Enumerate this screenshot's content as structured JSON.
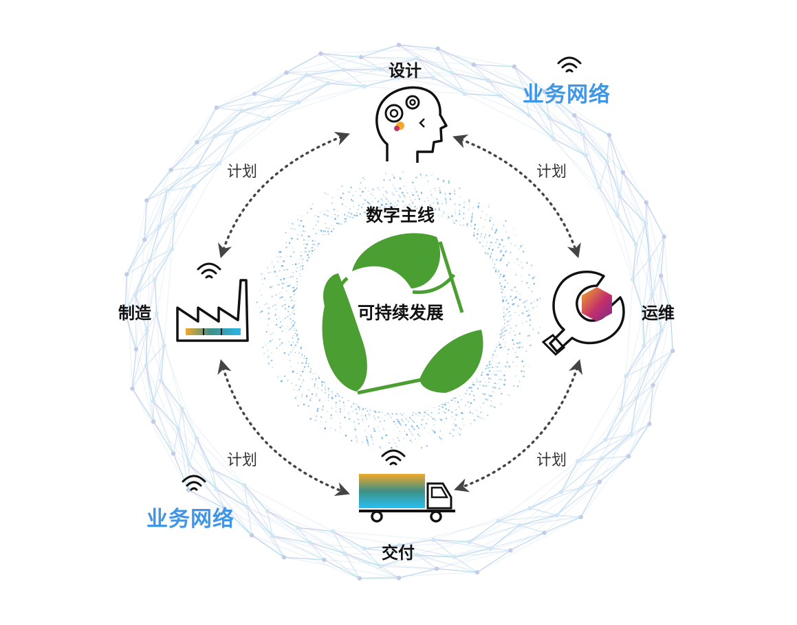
{
  "center": {
    "thread_label": "数字主线",
    "core_label": "可持续发展"
  },
  "nodes": {
    "design": "设计",
    "operations": "运维",
    "delivery": "交付",
    "manufacturing": "制造"
  },
  "plans": {
    "top_left": "计划",
    "top_right": "计划",
    "bottom_left": "计划",
    "bottom_right": "计划"
  },
  "network": {
    "top_right": "业务网络",
    "bottom_left": "业务网络"
  },
  "colors": {
    "leaf_green": "#4a9e32",
    "network_blue": "#3f95e6",
    "mesh_lavender": "#c9c3e6",
    "mesh_cyan": "#a8dcef",
    "bar_orange": "#f0a92a",
    "bar_teal": "#3f8f86",
    "bar_cyan": "#27b6e8",
    "hex_purple": "#8e2a8c",
    "hex_orange": "#f0a92a",
    "arrow_gray": "#444444"
  },
  "icons": {
    "design": "head-gears-icon",
    "operations": "wrench-icon",
    "delivery": "truck-icon",
    "manufacturing": "factory-icon",
    "signal": "wifi-icon",
    "center": "recycle-leaves-icon"
  }
}
